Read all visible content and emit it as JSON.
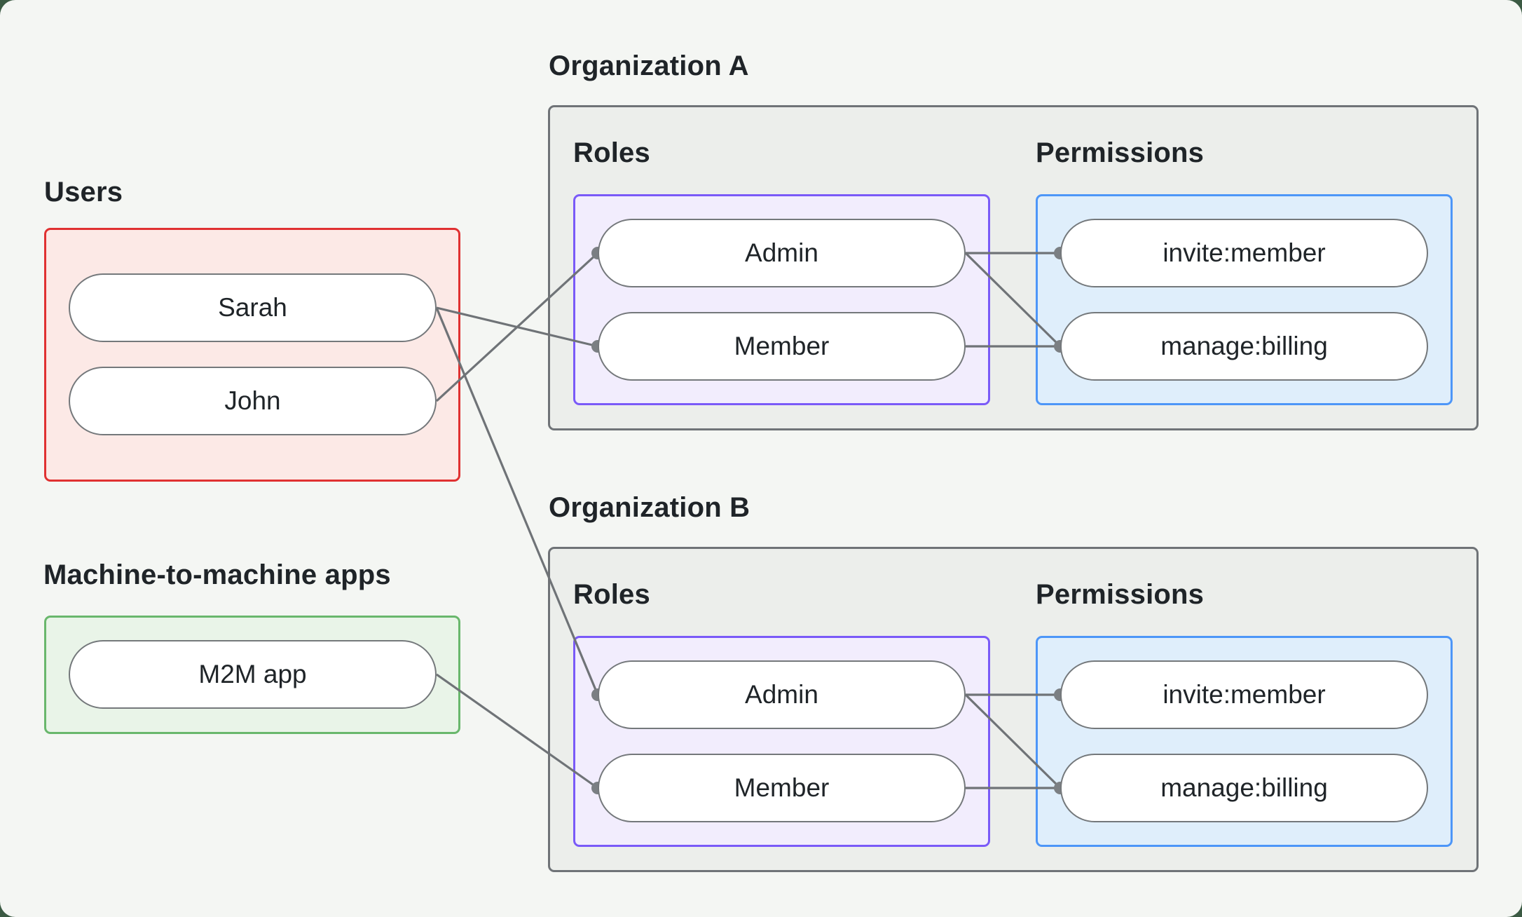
{
  "colors": {
    "page_background": "#3B5A43",
    "canvas_background": "#F4F6F3",
    "org_box_fill": "#ECEEEB",
    "org_box_border": "#6F7377",
    "users_box_border": "#E03131",
    "users_box_fill": "#FCE9E6",
    "m2m_box_border": "#69B76C",
    "m2m_box_fill": "#E9F4E8",
    "roles_box_border": "#7A5AF8",
    "roles_box_fill": "#F2EDFD",
    "permissions_box_border": "#4D96F8",
    "permissions_box_fill": "#DFEEFB",
    "pill_border": "#74787B",
    "pill_fill": "#FFFFFF",
    "connector_line": "#6F7377",
    "connector_dot": "#7B7F83",
    "text": "#1F2428"
  },
  "users_group": {
    "label": "Users",
    "users": [
      "Sarah",
      "John"
    ]
  },
  "m2m_group": {
    "label": "Machine-to-machine apps",
    "apps": [
      "M2M app"
    ]
  },
  "orgs": [
    {
      "title": "Organization A",
      "roles_label": "Roles",
      "permissions_label": "Permissions",
      "roles": [
        "Admin",
        "Member"
      ],
      "permissions": [
        "invite:member",
        "manage:billing"
      ]
    },
    {
      "title": "Organization B",
      "roles_label": "Roles",
      "permissions_label": "Permissions",
      "roles": [
        "Admin",
        "Member"
      ],
      "permissions": [
        "invite:member",
        "manage:billing"
      ]
    }
  ],
  "connections": [
    {
      "from": "Sarah",
      "to": "Organization A / Member"
    },
    {
      "from": "John",
      "to": "Organization A / Admin"
    },
    {
      "from": "Sarah",
      "to": "Organization B / Admin"
    },
    {
      "from": "M2M app",
      "to": "Organization B / Member"
    },
    {
      "from": "Organization A / Admin",
      "to": "Organization A / invite:member"
    },
    {
      "from": "Organization A / Admin",
      "to": "Organization A / manage:billing"
    },
    {
      "from": "Organization A / Member",
      "to": "Organization A / manage:billing"
    },
    {
      "from": "Organization B / Admin",
      "to": "Organization B / invite:member"
    },
    {
      "from": "Organization B / Admin",
      "to": "Organization B / manage:billing"
    },
    {
      "from": "Organization B / Member",
      "to": "Organization B / manage:billing"
    }
  ]
}
